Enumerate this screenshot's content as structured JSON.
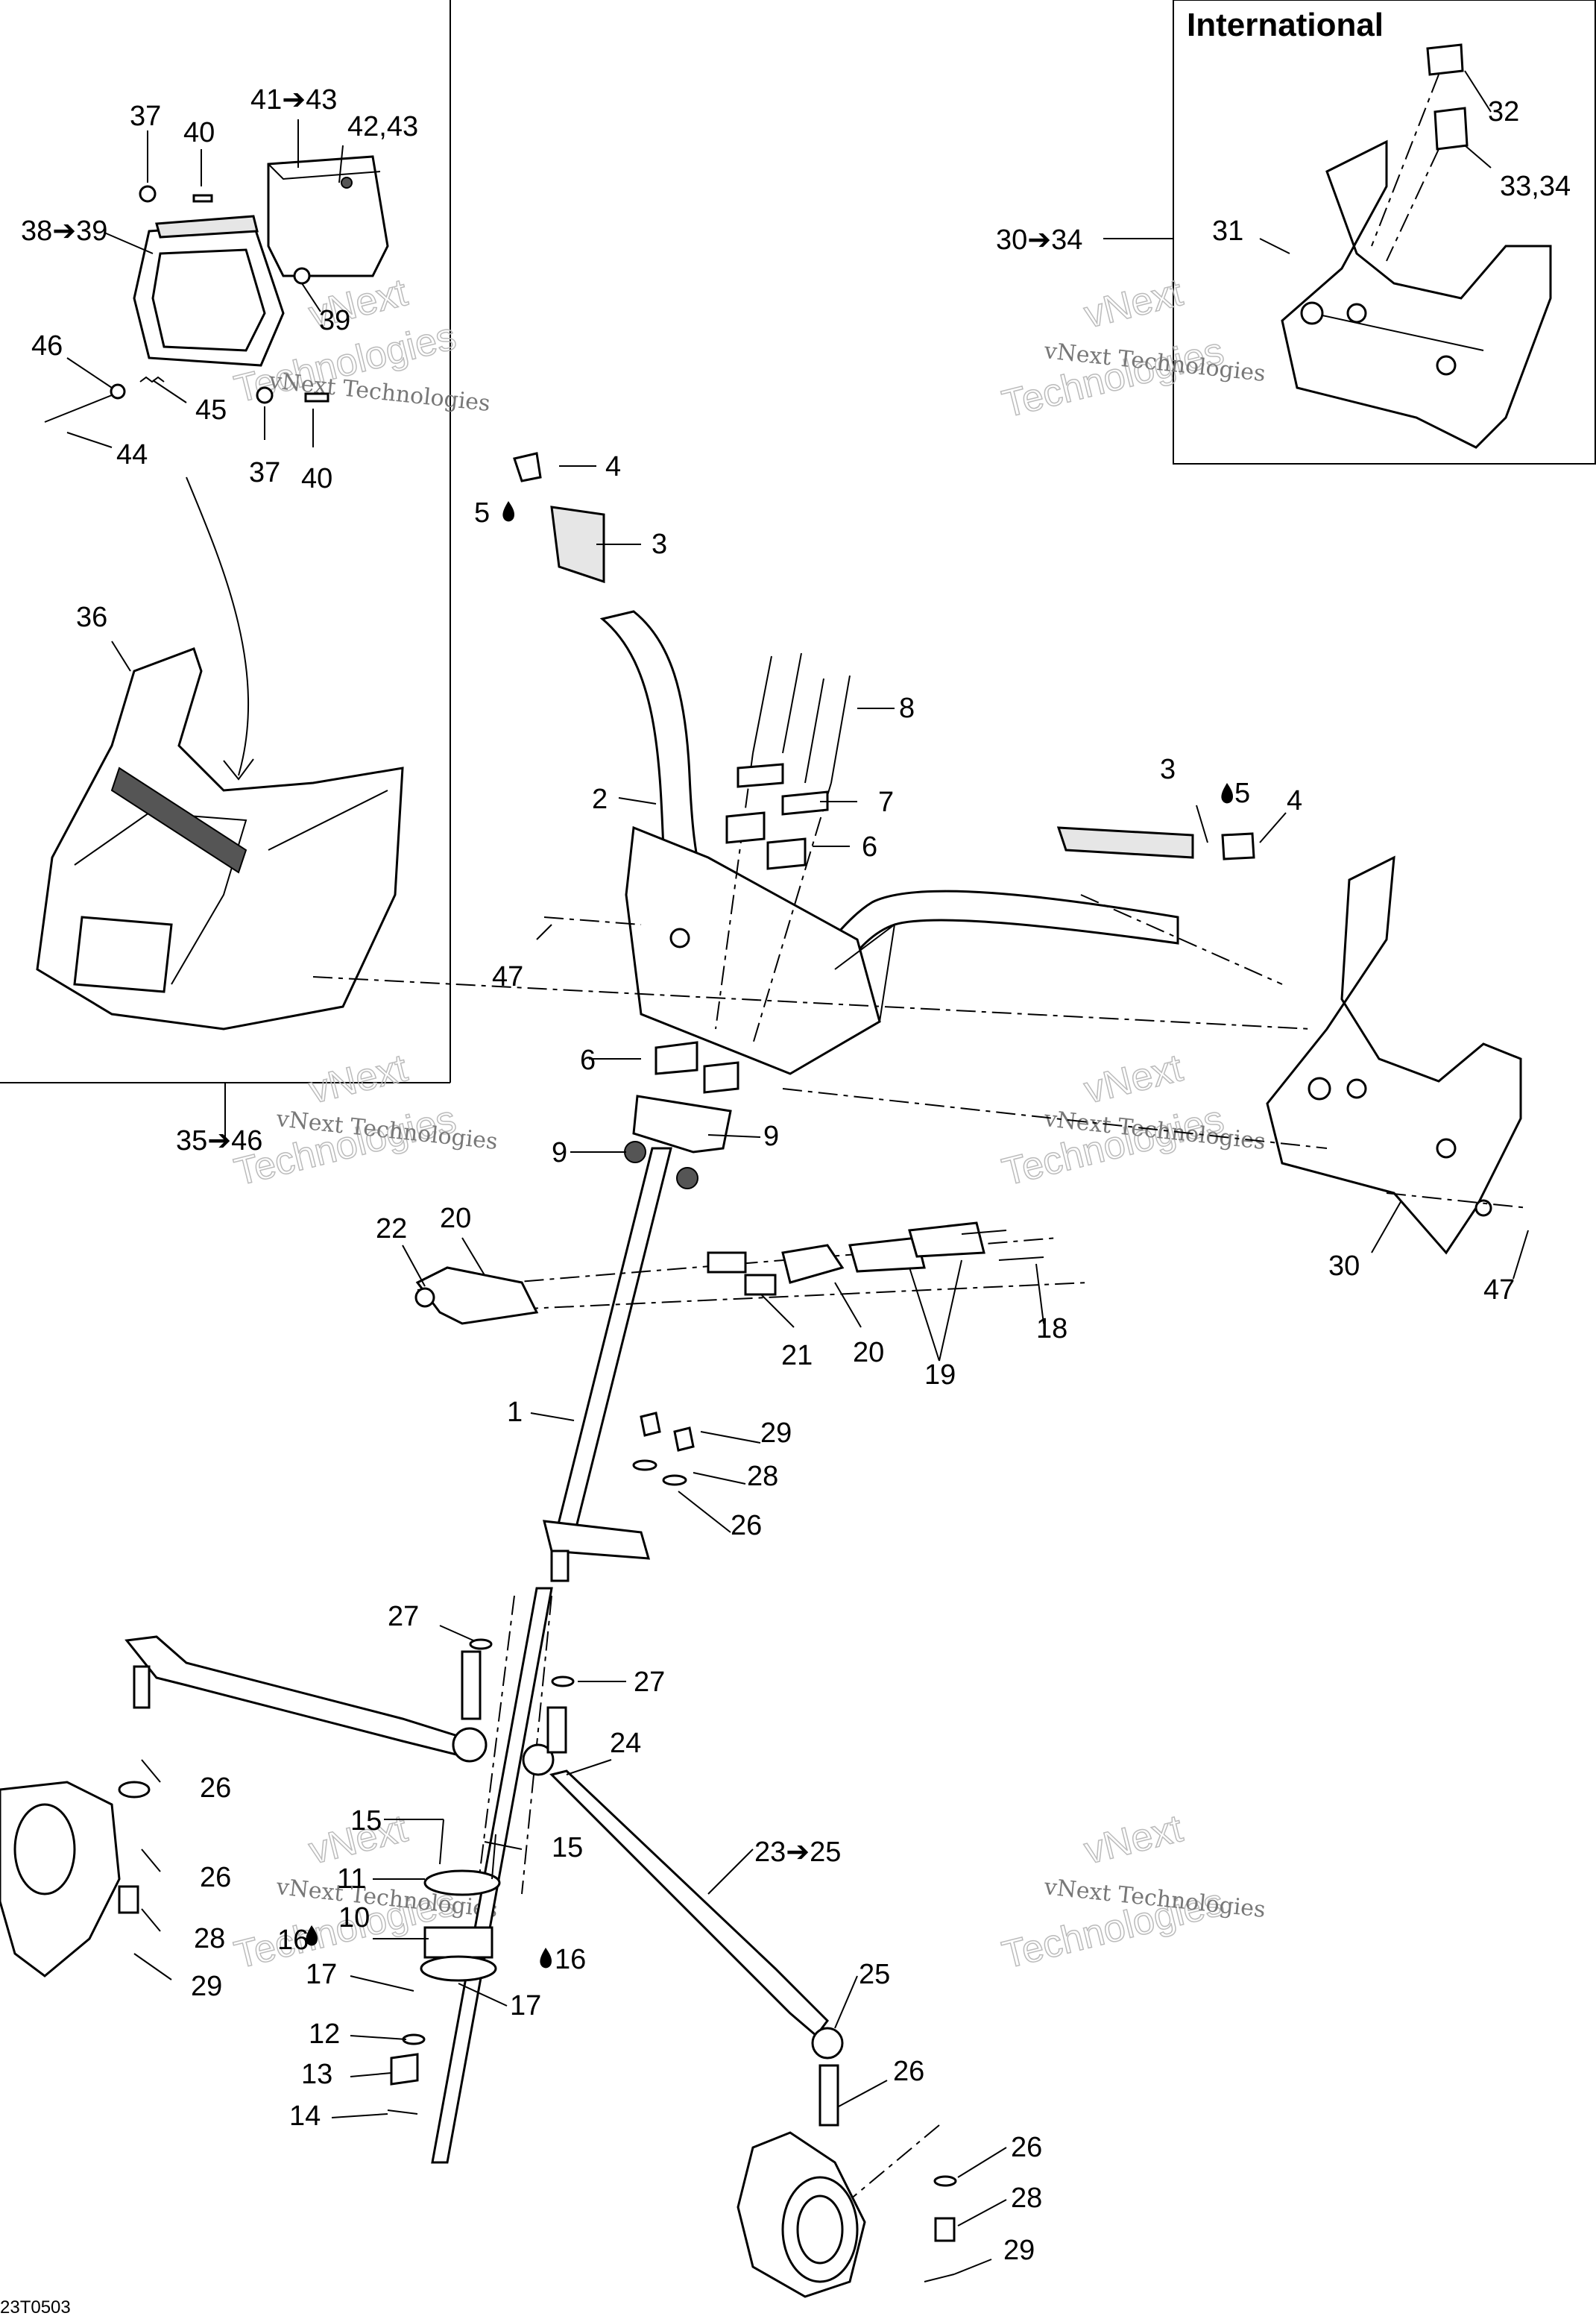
{
  "panel_title": "International",
  "drawing_ref": "23T0503",
  "watermark": {
    "line1": "vNext Technologies",
    "line2": "vNext",
    "line3": "Technologies"
  },
  "callouts": {
    "c1": "1",
    "c2": "2",
    "c3a": "3",
    "c3b": "3",
    "c4a": "4",
    "c4b": "4",
    "c5a": "5",
    "c5b": "5",
    "c6a": "6",
    "c6b": "6",
    "c7": "7",
    "c8": "8",
    "c9a": "9",
    "c9b": "9",
    "c10": "10",
    "c11": "11",
    "c12": "12",
    "c13": "13",
    "c14": "14",
    "c15a": "15",
    "c15b": "15",
    "c16a": "16",
    "c16b": "16",
    "c17a": "17",
    "c17b": "17",
    "c18": "18",
    "c19": "19",
    "c20a": "20",
    "c20b": "20",
    "c21": "21",
    "c22": "22",
    "c23": "23➔25",
    "c24": "24",
    "c25": "25",
    "c26a": "26",
    "c26b": "26",
    "c26c": "26",
    "c26d": "26",
    "c26e": "26",
    "c27a": "27",
    "c27b": "27",
    "c28a": "28",
    "c28b": "28",
    "c28c": "28",
    "c29a": "29",
    "c29b": "29",
    "c29c": "29",
    "c30": "30",
    "c30k": "30➔34",
    "c31": "31",
    "c32": "32",
    "c3334": "33,34",
    "c35": "35➔46",
    "c36": "36",
    "c37a": "37",
    "c37b": "37",
    "c3839": "38➔39",
    "c39": "39",
    "c40a": "40",
    "c40b": "40",
    "c4143": "41➔43",
    "c4243": "42,43",
    "c44": "44",
    "c45": "45",
    "c46": "46",
    "c47a": "47",
    "c47b": "47"
  }
}
